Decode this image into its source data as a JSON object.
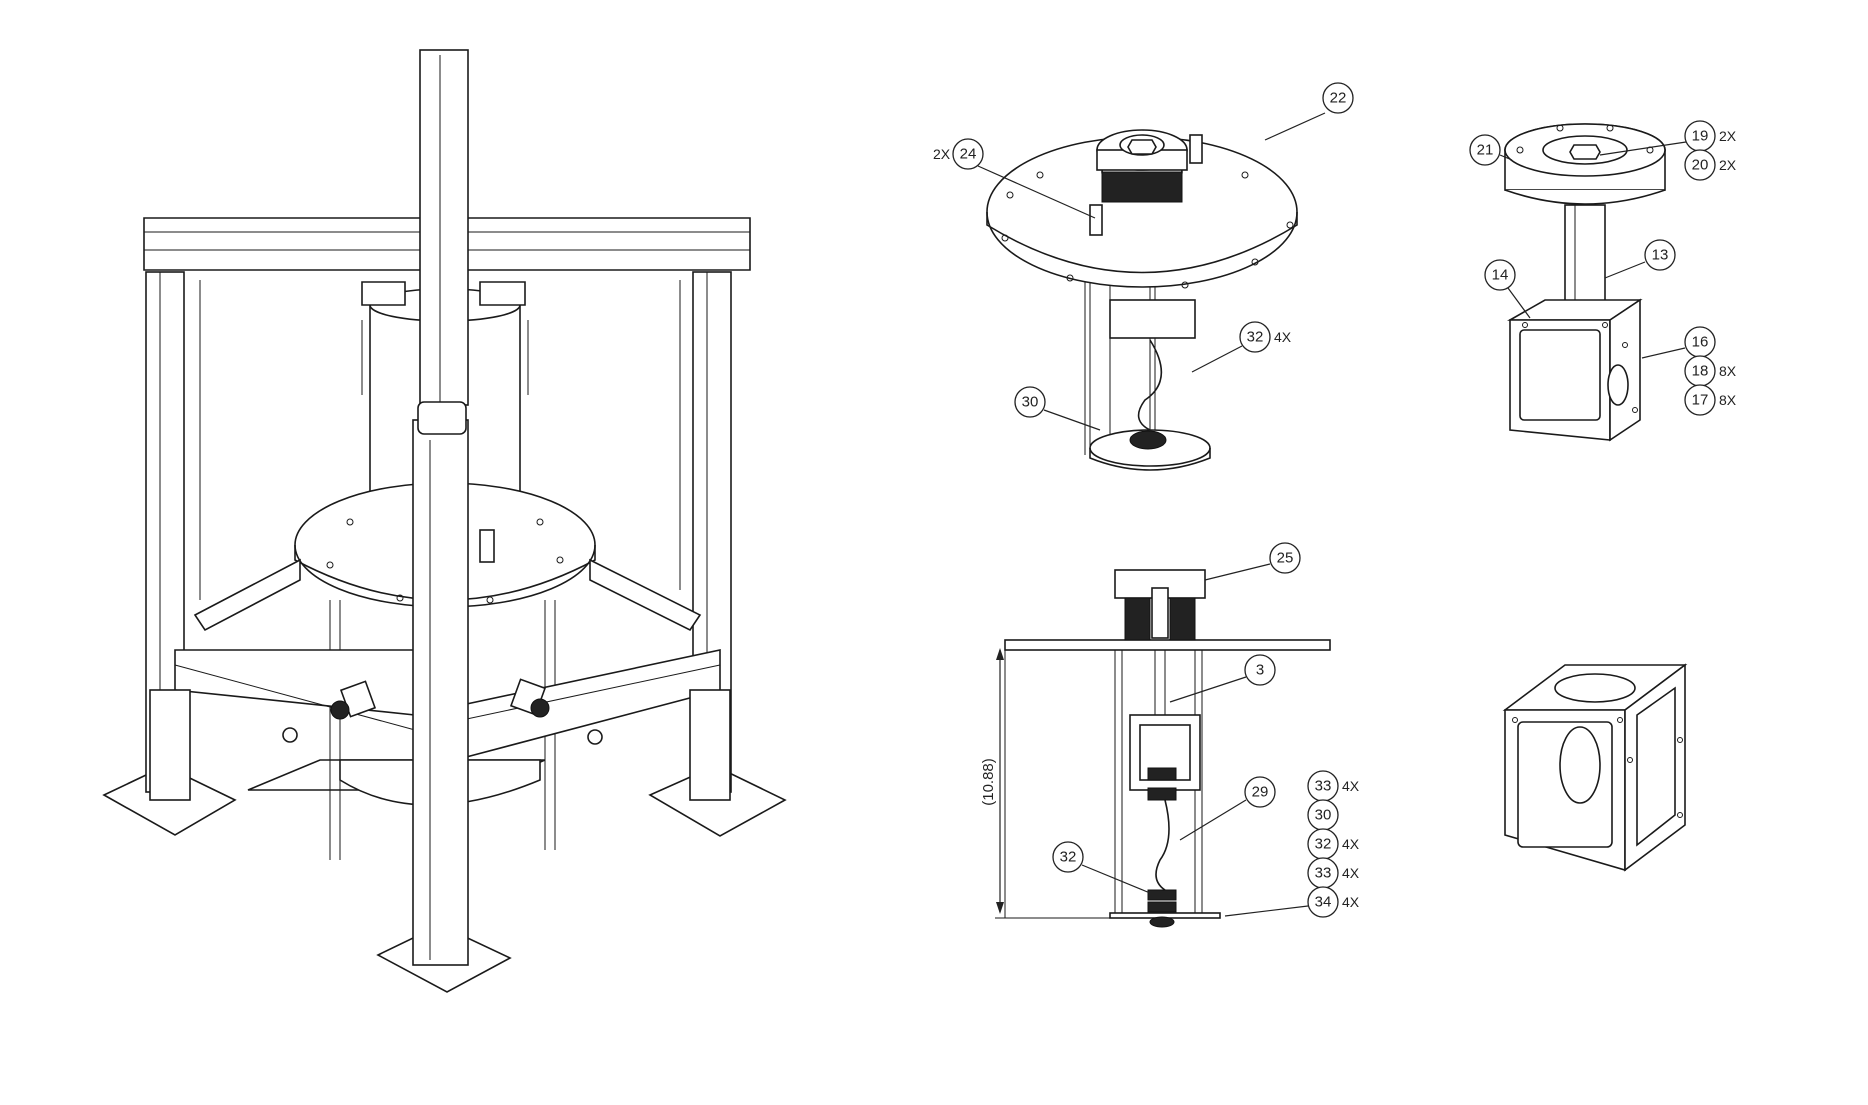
{
  "views": {
    "iso_top": {
      "balloons": [
        {
          "id": "22",
          "qty": ""
        },
        {
          "id": "24",
          "qty": "2X"
        },
        {
          "id": "32",
          "qty": "4X"
        },
        {
          "id": "30",
          "qty": ""
        }
      ]
    },
    "iso_mount": {
      "balloons": [
        {
          "id": "21",
          "qty": ""
        },
        {
          "id": "19",
          "qty": "2X"
        },
        {
          "id": "20",
          "qty": "2X"
        },
        {
          "id": "13",
          "qty": ""
        },
        {
          "id": "14",
          "qty": ""
        },
        {
          "id": "16",
          "qty": ""
        },
        {
          "id": "18",
          "qty": "8X"
        },
        {
          "id": "17",
          "qty": "8X"
        }
      ]
    },
    "front_section": {
      "dimension": "(10.88)",
      "balloons": [
        {
          "id": "25",
          "qty": ""
        },
        {
          "id": "3",
          "qty": ""
        },
        {
          "id": "29",
          "qty": ""
        },
        {
          "id": "32",
          "qty": ""
        }
      ],
      "stack": [
        {
          "id": "33",
          "qty": "4X"
        },
        {
          "id": "30",
          "qty": ""
        },
        {
          "id": "32",
          "qty": "4X"
        },
        {
          "id": "33",
          "qty": "4X"
        },
        {
          "id": "34",
          "qty": "4X"
        }
      ]
    }
  }
}
